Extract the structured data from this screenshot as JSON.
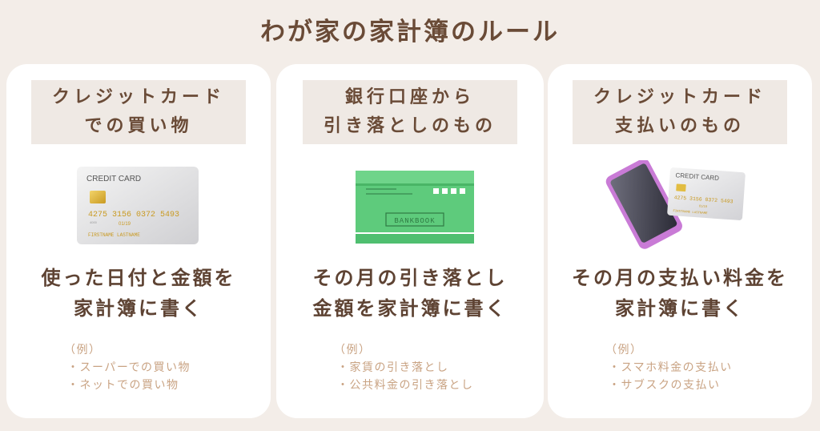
{
  "title": "わが家の家計簿のルール",
  "cards": [
    {
      "heading": [
        "クレジットカード",
        "での買い物"
      ],
      "illustration": "credit-card",
      "card_text": {
        "label": "CREDIT CARD",
        "number": "4275 3156 0372 5493",
        "sub": "4000",
        "valid": "01/19",
        "name": "FIRSTNAME LASTNAME"
      },
      "main": [
        "使った日付と金額を",
        "家計簿に書く"
      ],
      "example_label": "（例）",
      "examples": [
        "スーパーでの買い物",
        "ネットでの買い物"
      ]
    },
    {
      "heading": [
        "銀行口座から",
        "引き落としのもの"
      ],
      "illustration": "bankbook",
      "card_text": {
        "label": "BANKBOOK"
      },
      "main": [
        "その月の引き落とし",
        "金額を家計簿に書く"
      ],
      "example_label": "（例）",
      "examples": [
        "家賃の引き落とし",
        "公共料金の引き落とし"
      ]
    },
    {
      "heading": [
        "クレジットカード",
        "支払いのもの"
      ],
      "illustration": "phone-and-card",
      "card_text": {
        "label": "CREDIT CARD",
        "number": "4275 3156 0372 5493",
        "valid": "01/19",
        "name": "FIRSTNAME LASTNAME"
      },
      "main": [
        "その月の支払い料金を",
        "家計簿に書く"
      ],
      "example_label": "（例）",
      "examples": [
        "スマホ料金の支払い",
        "サブスクの支払い"
      ]
    }
  ],
  "colors": {
    "background": "#f3ede8",
    "text": "#6a4b37",
    "accent": "#c9a383",
    "bankbook": "#5ecb7c"
  }
}
